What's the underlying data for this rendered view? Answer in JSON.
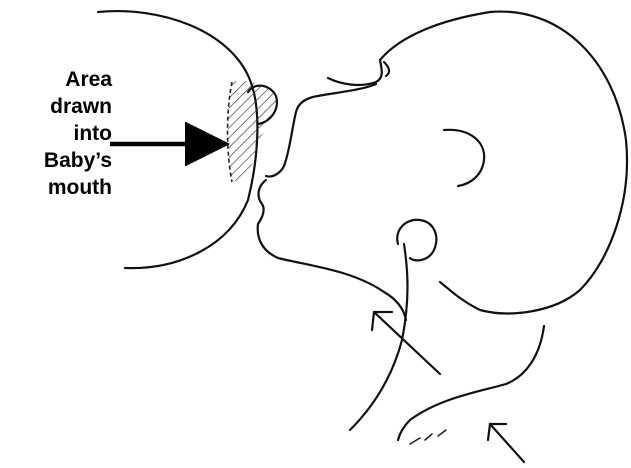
{
  "annotation": {
    "lines": [
      "Area",
      "drawn",
      "into",
      "Baby’s",
      "mouth"
    ]
  },
  "colors": {
    "ink": "#111111",
    "background": "#ffffff"
  }
}
